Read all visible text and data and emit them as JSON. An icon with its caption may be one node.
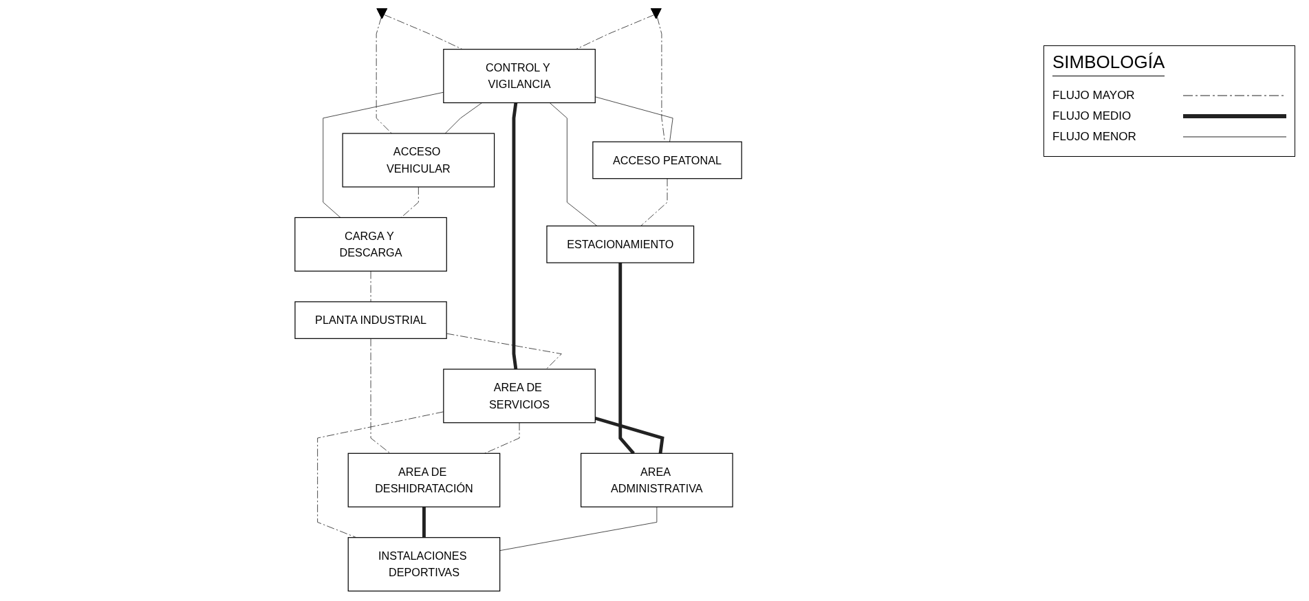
{
  "diagram": {
    "nodes": [
      {
        "text": [],
        "shape": "arrow"
      },
      {
        "text": [
          "CONTROL Y VIGILANCIA"
        ]
      },
      {
        "text": [],
        "shape": "arrow"
      },
      {
        "text": [
          "ACCESO VEHICULAR"
        ]
      },
      {
        "text": [
          "ACCESO PEATONAL"
        ]
      },
      {
        "text": [
          "CARGA Y DESCARGA"
        ]
      },
      {
        "text": [
          "ESTACIONAMIENTO"
        ]
      },
      {
        "text": [
          "PLANTA INDUSTRIAL"
        ]
      },
      {
        "text": [
          "AREA DE SERVICIOS"
        ]
      },
      {
        "text": [
          "AREA ADMINISTRATIVA"
        ]
      },
      {
        "text": [
          "AREA DE DESHIDRATACIÓN"
        ]
      },
      {
        "text": [
          "INSTALACIONES DEPORTIVAS"
        ]
      }
    ],
    "edges": [
      {
        "from": 0,
        "to": 1,
        "arrow": "none",
        "style": "dashed"
      },
      {
        "from": 2,
        "to": 1,
        "arrow": "none",
        "style": "dashed"
      },
      {
        "from": 0,
        "to": 3,
        "arrow": "none",
        "style": "dashed"
      },
      {
        "from": 2,
        "to": 4,
        "arrow": "none",
        "style": "dashed"
      },
      {
        "from": 1,
        "to": 3,
        "arrow": "none"
      },
      {
        "from": 1,
        "to": 5,
        "arrow": "none"
      },
      {
        "from": 1,
        "to": 4,
        "arrow": "none"
      },
      {
        "from": 1,
        "to": 6,
        "arrow": "none"
      },
      {
        "from": 1,
        "to": 8,
        "arrow": "none",
        "style": "thick"
      },
      {
        "from": 3,
        "to": 5,
        "arrow": "none",
        "style": "dashed"
      },
      {
        "from": 4,
        "to": 6,
        "arrow": "none",
        "style": "dashed"
      },
      {
        "from": 5,
        "to": 7,
        "arrow": "none",
        "style": "dashed"
      },
      {
        "from": 6,
        "to": 9,
        "arrow": "none",
        "style": "thick"
      },
      {
        "from": 7,
        "to": 8,
        "arrow": "none",
        "style": "dashed"
      },
      {
        "from": 8,
        "to": 9,
        "arrow": "none",
        "style": "thick"
      },
      {
        "from": 7,
        "to": 10,
        "arrow": "none",
        "style": "dashed"
      },
      {
        "from": 8,
        "to": 10,
        "arrow": "none",
        "style": "dashed"
      },
      {
        "from": 8,
        "to": 11,
        "arrow": "none",
        "style": "dashed"
      },
      {
        "from": 10,
        "to": 11,
        "arrow": "none",
        "style": "thick"
      },
      {
        "from": 9,
        "to": 11,
        "arrow": "none"
      }
    ],
    "labels": [
      "SIMBOLOGÍA"
    ],
    "legend": [
      {
        "text": "FLUJO MAYOR"
      },
      {
        "text": "FLUJO MEDIO"
      },
      {
        "text": "FLUJO MENOR"
      }
    ]
  }
}
